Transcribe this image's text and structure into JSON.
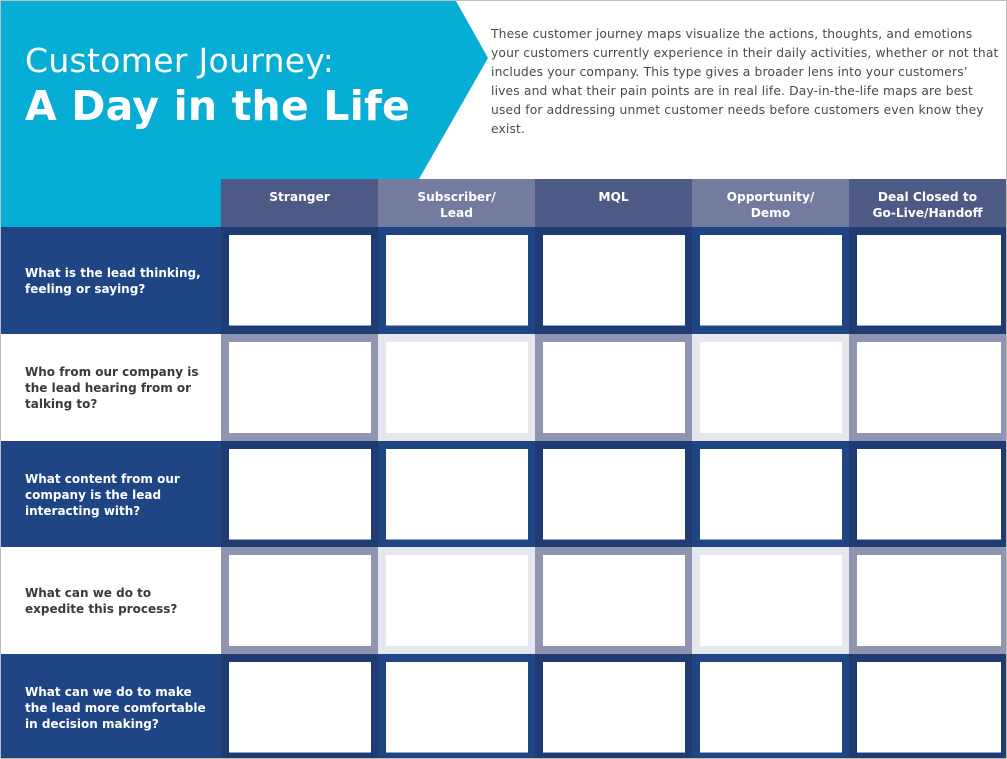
{
  "header": {
    "title_line1": "Customer Journey:",
    "title_line2": "A Day in the Life",
    "intro": "These customer journey maps visualize the actions, thoughts, and emotions your customers currently experience in their daily activities, whether or not that includes your company. This type gives a broader lens into your customers’ lives and what their pain points are in real life. Day-in-the-life maps are best used for addressing unmet customer needs before customers even know they exist."
  },
  "colors": {
    "banner": "#06aed5",
    "navy": "#1f4585",
    "header_dark": "#4d5a86",
    "header_light": "#737b9f",
    "grid_light": "#8f95b0"
  },
  "columns": [
    {
      "label": "Stranger"
    },
    {
      "label": "Subscriber/\nLead"
    },
    {
      "label": "MQL"
    },
    {
      "label": "Opportunity/\nDemo"
    },
    {
      "label": "Deal Closed to\nGo-Live/Handoff"
    }
  ],
  "rows": [
    {
      "question": "What is the lead thinking, feeling or saying?"
    },
    {
      "question": "Who from our company is the lead hearing from or talking to?"
    },
    {
      "question": "What content from our company is the lead interacting with?"
    },
    {
      "question": "What can we do to expedite this process?"
    },
    {
      "question": "What can we do to make the lead more comfortable in decision making?"
    }
  ]
}
